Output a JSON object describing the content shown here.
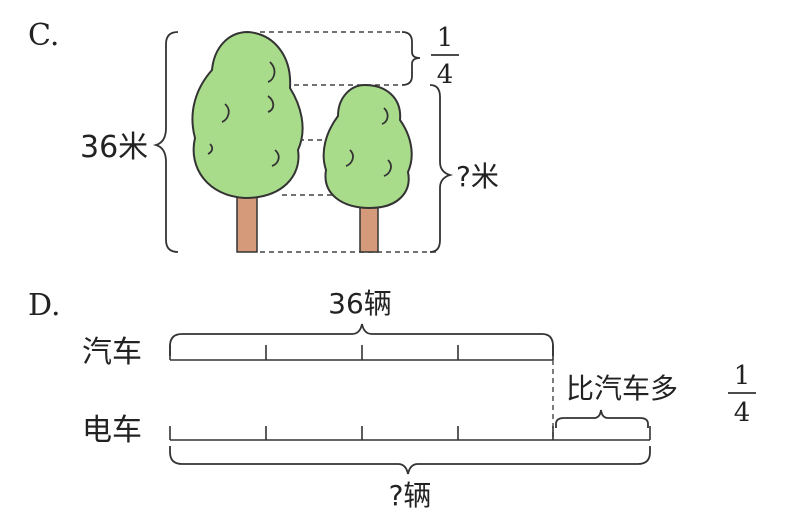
{
  "colors": {
    "ink": "#222222",
    "tree_foliage": "#a8dc8a",
    "tree_foliage_outline": "#333333",
    "tree_trunk": "#d49a7a"
  },
  "diagram_c": {
    "label": "C.",
    "total_height_label": "36米",
    "fraction_numerator": "1",
    "fraction_denominator": "4",
    "unknown_label": "?米"
  },
  "diagram_d": {
    "label": "D.",
    "car_label": "汽车",
    "car_total_label": "36辆",
    "ebike_label": "电车",
    "comparison_prefix": "比汽车多",
    "fraction_numerator": "1",
    "fraction_denominator": "4",
    "ebike_total_label": "?辆"
  }
}
